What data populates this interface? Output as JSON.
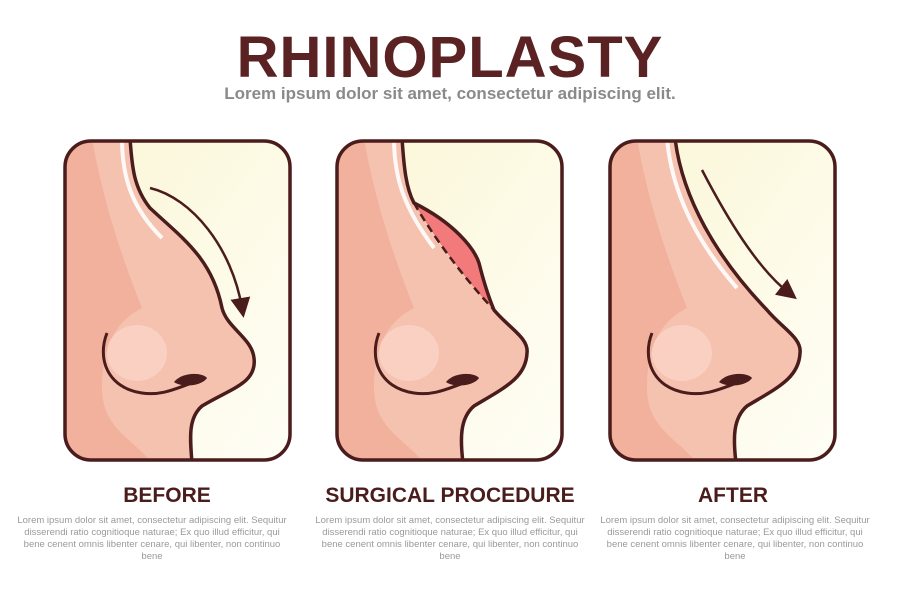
{
  "header": {
    "title": "RHINOPLASTY",
    "subtitle": "Lorem ipsum dolor sit amet, consectetur adipiscing elit."
  },
  "stages": [
    {
      "label": "BEFORE",
      "description": "Lorem ipsum dolor sit amet, consectetur adipiscing elit. Sequitur disserendi ratio cognitioque naturae; Ex quo illud efficitur, qui bene cenent omnis libenter cenare, qui libenter, non continuo bene"
    },
    {
      "label": "SURGICAL PROCEDURE",
      "description": "Lorem ipsum dolor sit amet, consectetur adipiscing elit. Sequitur disserendi ratio cognitioque naturae; Ex quo illud efficitur, qui bene cenent omnis libenter cenare, qui libenter, non continuo bene"
    },
    {
      "label": "AFTER",
      "description": "Lorem ipsum dolor sit amet, consectetur adipiscing elit. Sequitur disserendi ratio cognitioque naturae; Ex quo illud efficitur, qui bene cenent omnis libenter cenare, qui libenter, non continuo bene"
    }
  ],
  "colors": {
    "outline": "#4a1c1c",
    "skin": "#f6c2b0",
    "skin_shadow": "#eea590",
    "background": "#fdf9dc",
    "removed_hump": "#f27a7a"
  }
}
